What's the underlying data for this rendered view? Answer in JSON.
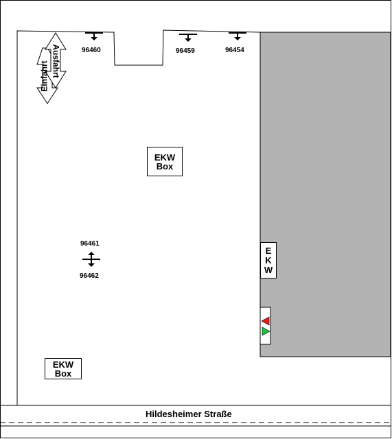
{
  "street": {
    "name": "Hildesheimer Straße"
  },
  "entrance": {
    "entry_label": "Einfahrt",
    "exit_label": "Ausfahrt"
  },
  "cameras": {
    "c1": "96460",
    "c2": "96459",
    "c3": "96454",
    "c4": "96461",
    "c5": "96462"
  },
  "boxes": {
    "box_center": {
      "line1": "EKW",
      "line2": "Box"
    },
    "box_bottom": {
      "line1": "EKW",
      "line2": "Box"
    },
    "ekw_side": {
      "l1": "E",
      "l2": "K",
      "l3": "W"
    }
  },
  "colors": {
    "building": "#b3b3b3",
    "signal_red": "#e02020",
    "signal_green": "#20c040"
  }
}
